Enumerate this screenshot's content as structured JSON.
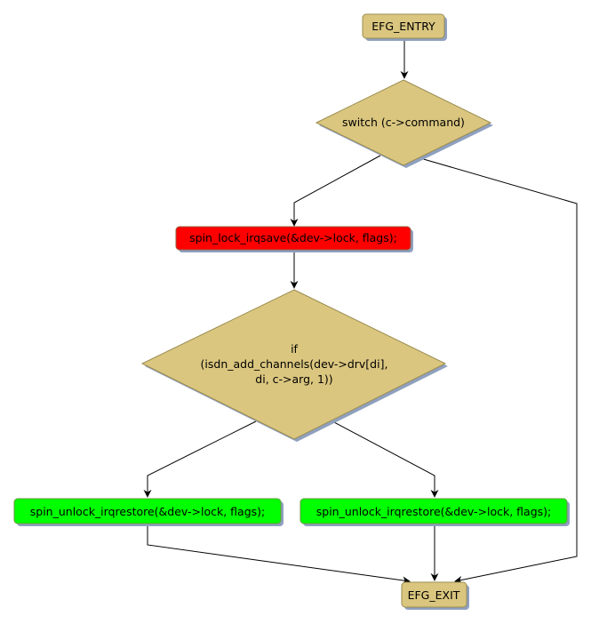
{
  "diagram": {
    "type": "control-flow-graph",
    "colors": {
      "terminal_fill": "#dac67f",
      "decision_fill": "#dac67f",
      "lock_fill": "#ff0000",
      "unlock_fill": "#00ff00",
      "border": "#9a8c50",
      "shadow": "#8fa0c0",
      "edge": "#000000"
    },
    "nodes": {
      "entry": {
        "kind": "terminal",
        "label": "EFG_ENTRY"
      },
      "switch": {
        "kind": "decision",
        "label": "switch (c->command)"
      },
      "lock": {
        "kind": "statement",
        "label": "spin_lock_irqsave(&dev->lock, flags);"
      },
      "if_cond": {
        "kind": "decision",
        "lines": [
          "if",
          "(isdn_add_channels(dev->drv[di],",
          "di, c->arg, 1))"
        ]
      },
      "unlock_left": {
        "kind": "statement",
        "label": "spin_unlock_irqrestore(&dev->lock, flags);"
      },
      "unlock_right": {
        "kind": "statement",
        "label": "spin_unlock_irqrestore(&dev->lock, flags);"
      },
      "exit": {
        "kind": "terminal",
        "label": "EFG_EXIT"
      }
    },
    "edges": [
      {
        "from": "entry",
        "to": "switch"
      },
      {
        "from": "switch",
        "to": "lock"
      },
      {
        "from": "switch",
        "to": "exit"
      },
      {
        "from": "lock",
        "to": "if_cond"
      },
      {
        "from": "if_cond",
        "to": "unlock_left"
      },
      {
        "from": "if_cond",
        "to": "unlock_right"
      },
      {
        "from": "unlock_left",
        "to": "exit"
      },
      {
        "from": "unlock_right",
        "to": "exit"
      }
    ]
  }
}
